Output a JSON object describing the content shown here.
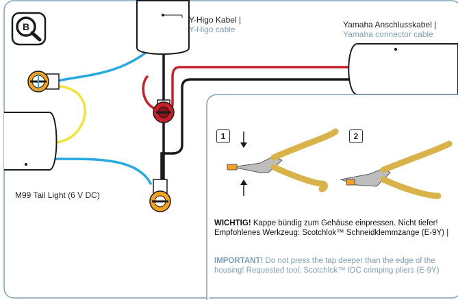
{
  "badge": {
    "letter": "B",
    "icon": "magnifier-icon"
  },
  "labels": {
    "y_higo": {
      "de": "Y-Higo Kabel |",
      "en": "Y-Higo cable"
    },
    "yamaha": {
      "de": "Yamaha Anschlusskabel |",
      "en": "Yamaha connector cable"
    },
    "tail_light": "M99 Tail Light (6 V DC)"
  },
  "panel": {
    "steps": [
      "1",
      "2"
    ],
    "de_bold": "WICHTIG!",
    "de_text": " Kappe bündig zum Gehäuse einpressen. Nicht tiefer! Empfohlenes Werkzeug: Scotchlok™ Schneidklemmzange (E-9Y) |",
    "en_bold": "IMPORTANT!",
    "en_text": " Do not press the tap deeper than the edge of the housing! Requested tool: Scotchlok™ IDC crimping pliers (E-9Y)"
  },
  "colors": {
    "frame": "#7f9fb5",
    "wire_blue": "#25a9e0",
    "wire_yellow": "#f2e33a",
    "wire_red": "#c8202a",
    "wire_black": "#1a1a1a",
    "connector_orange": "#f4a11e",
    "plier_handle": "#d9b24a"
  }
}
